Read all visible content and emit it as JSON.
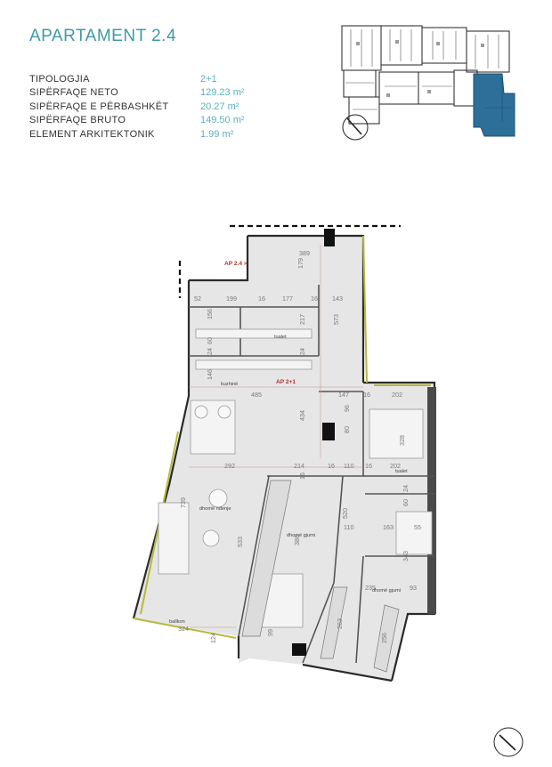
{
  "header": {
    "title": "APARTAMENT 2.4"
  },
  "specs": [
    {
      "label": "TIPOLOGJIA",
      "value": "2+1"
    },
    {
      "label": "SIPËRFAQE NETO",
      "value": "129.23 m²"
    },
    {
      "label": "SIPËRFAQE E PËRBASHKËT",
      "value": "20.27 m²"
    },
    {
      "label": "SIPËRFAQE BRUTO",
      "value": "149.50 m²"
    },
    {
      "label": "ELEMENT ARKITEKTONIK",
      "value": "1.99 m²"
    }
  ],
  "colors": {
    "accent": "#3e9aa6",
    "highlight_unit": "#2e6f99",
    "floor": "#e6e6e6",
    "wall": "#2b2b2b",
    "balcony_edge": "#b7b93a",
    "label_red": "#b0312f"
  },
  "plan": {
    "unit_labels": {
      "corridor": "AP 2.4 >",
      "unit": "AP 2+1"
    },
    "rooms": {
      "toilet_1": "tualet",
      "kitchen": "kuzhinë",
      "living": "dhomë ndenje",
      "bedroom_1": "dhomë gjumi",
      "toilet_2": "tualet",
      "bedroom_2": "dhomë gjumi",
      "balcony": "ballkon"
    },
    "dims": {
      "d389": "389",
      "d179": "179",
      "d52": "52",
      "d199": "199",
      "d16a": "16",
      "d177": "177",
      "d16b": "16",
      "d143": "143",
      "d156": "156",
      "d217": "217",
      "d573": "573",
      "d60a": "60",
      "d24a": "24",
      "d24b": "24",
      "d146": "146",
      "d485": "485",
      "d147": "147",
      "d16c": "16",
      "d202a": "202",
      "d434": "434",
      "d96": "96",
      "d80": "80",
      "d328": "328",
      "d292": "292",
      "d214": "214",
      "d16d": "16",
      "d110a": "110",
      "d16e": "16",
      "d202b": "202",
      "d16f": "16",
      "d739": "739",
      "d24c": "24",
      "d60b": "60",
      "d520": "520",
      "d110b": "110",
      "d163": "163",
      "d55": "55",
      "d386": "386",
      "d533": "533",
      "d343": "343",
      "d235": "235",
      "d93": "93",
      "d324": "324",
      "d124": "124",
      "d263": "263",
      "d256": "256",
      "d99": "99"
    }
  },
  "icons": {
    "keyplan_compass": "compass-icon",
    "bottom_compass": "north-arrow-icon"
  }
}
